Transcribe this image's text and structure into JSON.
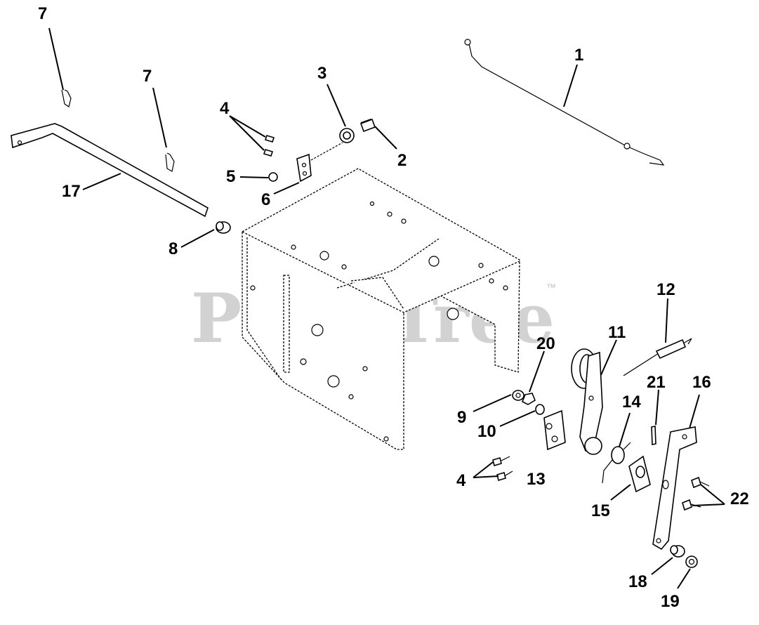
{
  "watermark": {
    "text": "PartsTree",
    "trademark": "™"
  },
  "callouts": {
    "c1": "1",
    "c2": "2",
    "c3": "3",
    "c4a": "4",
    "c4b": "4",
    "c5": "5",
    "c6": "6",
    "c7a": "7",
    "c7b": "7",
    "c8": "8",
    "c9": "9",
    "c10": "10",
    "c11": "11",
    "c12": "12",
    "c13": "13",
    "c14": "14",
    "c15": "15",
    "c16": "16",
    "c17": "17",
    "c18": "18",
    "c19": "19",
    "c20": "20",
    "c21": "21",
    "c22": "22"
  }
}
